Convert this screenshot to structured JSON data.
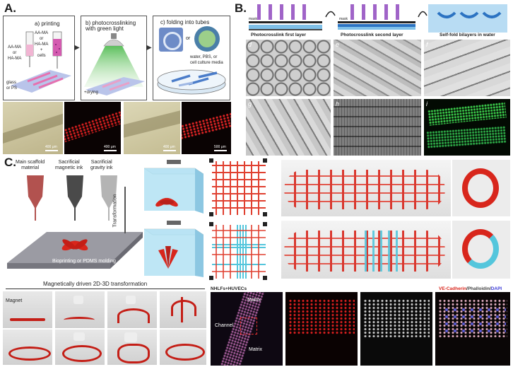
{
  "panelA": {
    "label": "A.",
    "a_title": "a) printing",
    "ink1": "AA-MA\nor\nHA-MA",
    "ink2": "AA-MA\nor\nHA-MA\n+\ncells",
    "substrate": "glass\nor PS",
    "b_title": "b) photocrosslinking\nwith green light",
    "drying": "+drying",
    "c_title": "c) folding into tubes",
    "or": "or",
    "media": "water, PBS, or\ncell culture media",
    "scales": [
      "400 μm",
      "400 μm",
      "400 μm",
      "500 μm"
    ]
  },
  "panelB": {
    "label": "B.",
    "mask1": "mask",
    "mask2": "mask",
    "step1": "Photocrosslink first layer",
    "step2": "Photocrosslink second layer",
    "step3": "Self-fold bilayers in water",
    "letters": [
      "d",
      "e",
      "f",
      "g",
      "h",
      "i"
    ]
  },
  "panelC": {
    "label": "C.",
    "ink1": "Main scaffold\nmaterial",
    "ink2": "Sacrificial\nmagnetic ink",
    "ink3": "Sacrificial\ngravity ink",
    "platform": "Bioprinting or PDMS molding",
    "transform": "Transformation"
  },
  "bottom": {
    "magnetic_title": "Magnetically driven 2D-3D transformation",
    "magnet": "Magnet",
    "cells_title": "NHLFs+HUVECs",
    "matrix_top": "Matrix",
    "channel": "Channel",
    "matrix_bottom": "Matrix",
    "stain_ve": "VE-Cadherin",
    "stain_sep1": "/",
    "stain_ph": "Phalloidin",
    "stain_sep2": "/",
    "stain_dapi": "DAPI"
  },
  "colors": {
    "red": "#d8261c",
    "cyan": "#54c6dc",
    "pink": "#e58ab0",
    "green": "#2fb24a"
  }
}
